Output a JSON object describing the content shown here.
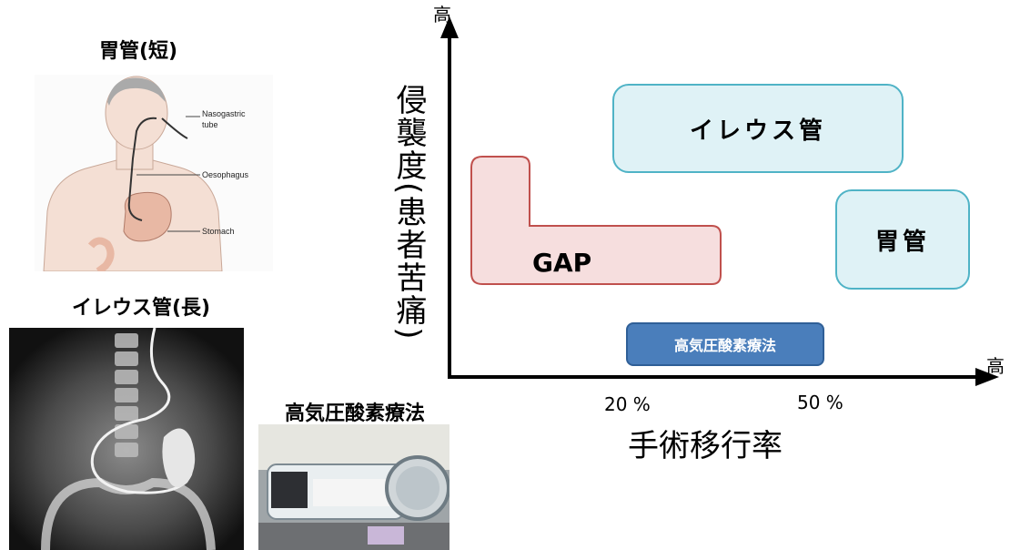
{
  "captions": {
    "stomach_tube": "胃管(短)",
    "ileus_tube": "イレウス管(長)",
    "hbo": "高気圧酸素療法"
  },
  "illustration_labels": {
    "nasogastric_line1": "Nasogastric",
    "nasogastric_line2": "tube",
    "oesophagus": "Oesophagus",
    "stomach": "Stomach"
  },
  "chart": {
    "y_axis_label": "侵襲度(患者苦痛)",
    "y_axis_high": "高",
    "x_axis_label": "手術移行率",
    "x_axis_high": "高",
    "x_ticks": [
      "20 %",
      "50 %"
    ]
  },
  "boxes": {
    "ileus": "イレウス管",
    "stomach": "胃管",
    "gap": "GAP",
    "hbo": "高気圧酸素療法"
  },
  "colors": {
    "cyan_fill": "#dff2f6",
    "cyan_border": "#4fb3c6",
    "gap_fill": "#f6dede",
    "gap_border": "#c0504d",
    "hbo_fill": "#4a7ebb"
  }
}
